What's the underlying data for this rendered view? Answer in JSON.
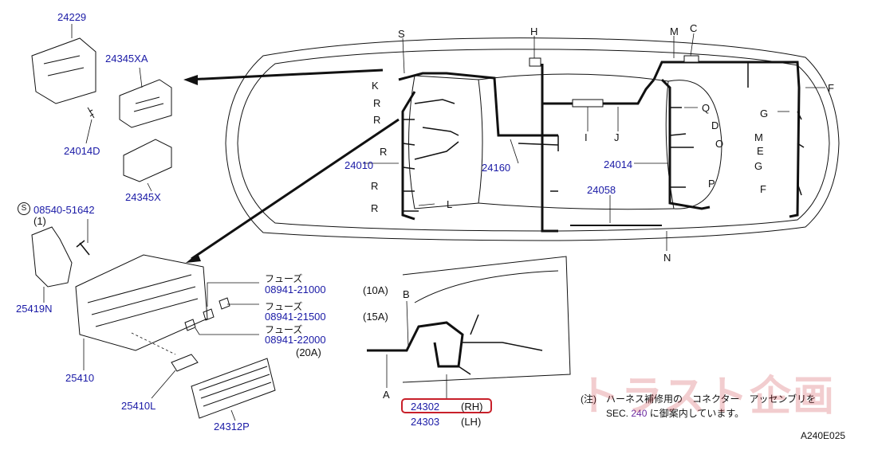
{
  "parts": {
    "p24229": "24229",
    "p24345XA": "24345XA",
    "p24014D": "24014D",
    "p24345X": "24345X",
    "bolt": "08540-51642",
    "bolt_qty": "(1)",
    "p25419N": "25419N",
    "p25410": "25410",
    "p25410L": "25410L",
    "p24312P": "24312P",
    "fuse_label": "フューズ",
    "fuse1": "08941-21000",
    "fuse2": "08941-21500",
    "fuse3": "08941-22000",
    "fuse3_rating": "(20A)",
    "p24010": "24010",
    "p24160": "24160",
    "p24014": "24014",
    "p24058": "24058",
    "rating10": "(10A)",
    "rating15": "(15A)",
    "p24302": "24302",
    "rh": "(RH)",
    "p24303": "24303",
    "lh": "(LH)"
  },
  "letters": {
    "S": "S",
    "K": "K",
    "H": "H",
    "M": "M",
    "C": "C",
    "F": "F",
    "Q": "Q",
    "D": "D",
    "O": "O",
    "G": "G",
    "E": "E",
    "I": "I",
    "J": "J",
    "L": "L",
    "N": "N",
    "P": "P",
    "R": "R",
    "A": "A",
    "B": "B"
  },
  "symbol_s": "S",
  "note": {
    "line1": "(注)　ハーネス補修用の　コネクター　アッセンブリを",
    "line2_pre": "SEC.",
    "line2_num": "240",
    "line2_post": "に御案内しています。"
  },
  "figure_code": "A240E025",
  "watermark": "トラスト企画",
  "colors": {
    "part_number": "#1a1aa6",
    "highlight": "#c8202a",
    "line": "#111111"
  }
}
